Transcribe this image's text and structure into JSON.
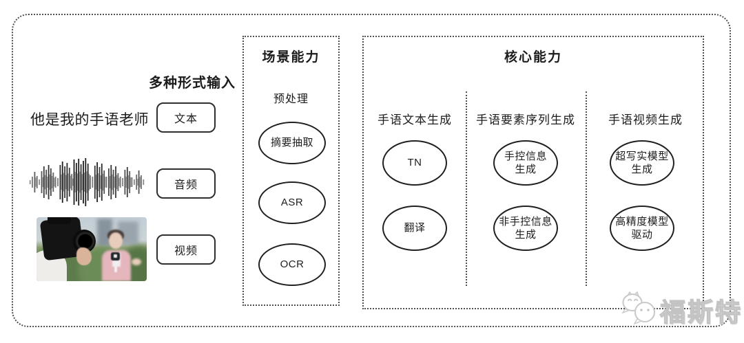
{
  "colors": {
    "background": "#ffffff",
    "line": "#4f4f4f",
    "node_border": "#1f1f1f",
    "text": "#1c1c1c",
    "watermark_gray": "#c3c3c3"
  },
  "input_section": {
    "label": "多种形式输入",
    "sample_sentence": "他是我的手语老师",
    "items": [
      {
        "id": "text",
        "label": "文本"
      },
      {
        "id": "audio",
        "label": "音频"
      },
      {
        "id": "video",
        "label": "视频"
      }
    ]
  },
  "scene_panel": {
    "title": "场景能力",
    "subtitle": "预处理",
    "nodes": [
      {
        "label": "摘要抽取"
      },
      {
        "label": "ASR"
      },
      {
        "label": "OCR"
      }
    ]
  },
  "core_panel": {
    "title": "核心能力",
    "columns": [
      {
        "header": "手语文本生成",
        "nodes": [
          {
            "label": "TN"
          },
          {
            "label": "翻译"
          }
        ]
      },
      {
        "header": "手语要素序列生成",
        "nodes": [
          {
            "label": "手控信息\n生成"
          },
          {
            "label": "非手控信息\n生成"
          }
        ]
      },
      {
        "header": "手语视频生成",
        "nodes": [
          {
            "label": "超写实模型\n生成"
          },
          {
            "label": "高精度模型\n驱动"
          }
        ]
      }
    ]
  },
  "watermark": {
    "text": "福斯特"
  }
}
